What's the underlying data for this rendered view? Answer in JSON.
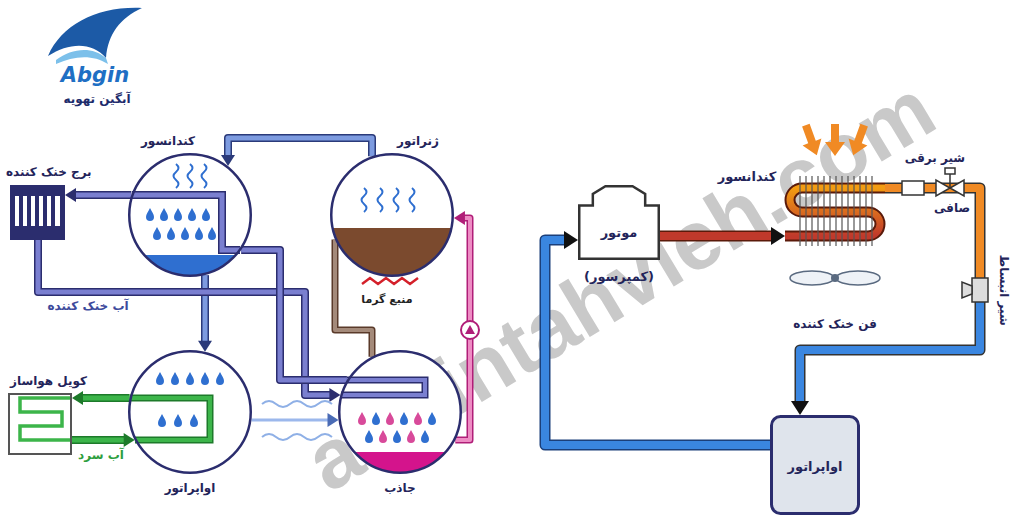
{
  "diagram": {
    "nodes": [
      {
        "text": [
          "کندانسور"
        ]
      },
      {
        "text": [
          "ژنراتور"
        ]
      },
      {
        "text": [
          "برج خنک کننده"
        ]
      },
      {
        "text": [
          "کویل هواساز"
        ]
      },
      {
        "text": [
          "اواپراتور"
        ]
      },
      {
        "text": [
          "جاذب"
        ]
      },
      {
        "text": [
          "موتور",
          "(کمپرسور)"
        ]
      },
      {
        "text": [
          "کندانسور"
        ]
      },
      {
        "text": [
          "فن خنک کننده"
        ]
      },
      {
        "text": [
          "اواپراتور"
        ]
      }
    ],
    "edges": [
      {
        "from": 1,
        "to": 0,
        "arrow": "to"
      },
      {
        "from": 0,
        "to": 4,
        "arrow": "to"
      },
      {
        "from": 4,
        "to": 5,
        "arrow": "to"
      },
      {
        "from": 5,
        "to": 1,
        "arrow": "to"
      },
      {
        "from": 1,
        "to": 5,
        "arrow": "none"
      },
      {
        "from": 0,
        "to": 2,
        "arrow": "to"
      },
      {
        "from": 2,
        "to": 5,
        "label": "آب خنک کننده",
        "arrow": "to"
      },
      {
        "from": 5,
        "to": 0,
        "arrow": "none"
      },
      {
        "from": 4,
        "to": 3,
        "arrow": "to"
      },
      {
        "from": 3,
        "to": 4,
        "label": "آب سرد",
        "arrow": "to"
      },
      {
        "from": 6,
        "to": 7,
        "arrow": "to"
      },
      {
        "from": 7,
        "to": 9,
        "arrow": "to"
      },
      {
        "from": 9,
        "to": 6,
        "arrow": "to"
      }
    ],
    "labels": [
      "Abgin",
      "آبگین تهویه",
      "منبع گرما",
      "شیر برقی",
      "صافی",
      "شیر انبساط",
      "abgintahvieh.com"
    ]
  }
}
